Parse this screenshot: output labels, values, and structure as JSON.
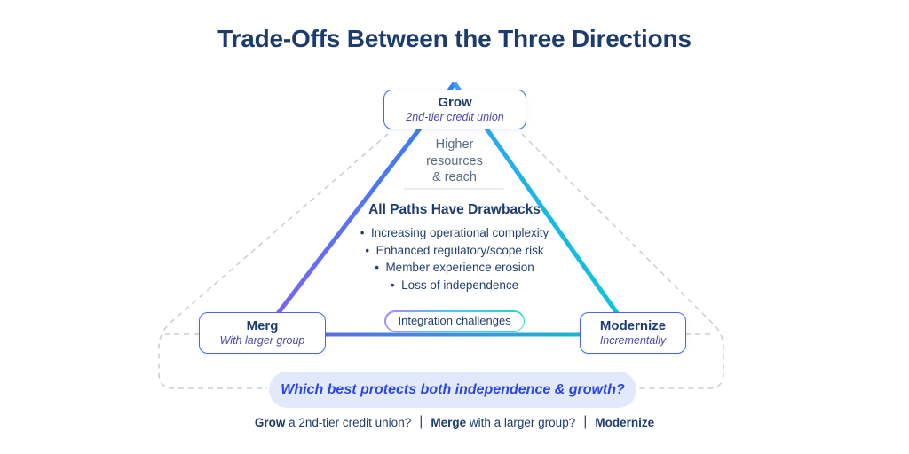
{
  "title": "Trade-Offs Between the Three Directions",
  "nodes": {
    "grow": {
      "label": "Grow",
      "sublabel": "2nd-tier credit union"
    },
    "merge": {
      "label": "Merg",
      "sublabel": "With larger group"
    },
    "modernize": {
      "label": "Modernize",
      "sublabel": "Incrementally"
    }
  },
  "edge_labels": {
    "top_lines": [
      "Higher",
      "resources",
      "& reach"
    ],
    "bottom": "Integration challenges"
  },
  "center": {
    "heading": "All Paths Have Drawbacks",
    "bullets": [
      "Increasing operational complexity",
      "Enhanced regulatory/scope risk",
      "Member experience erosion",
      "Loss of independence"
    ]
  },
  "question": "Which best protects both independence & growth?",
  "footer": {
    "separator": "|",
    "parts": [
      {
        "bold": "Grow",
        "text": " a 2nd-tier credit union?"
      },
      {
        "bold": "Merge",
        "text": " with a larger group?"
      },
      {
        "bold": "Modernize",
        "text": ""
      }
    ]
  },
  "colors": {
    "title_navy": "#1d3c6e",
    "node_border_blue": "#4b66ec",
    "subtitle_purple": "#4f48a8",
    "muted_label": "#5a6b86",
    "edge_left_top": "#2e82f2",
    "edge_left_bottom": "#7e62ee",
    "edge_right_top": "#3aa0ef",
    "edge_right_bottom": "#0fc6d2",
    "edge_bottom_left": "#6e5bea",
    "edge_bottom_right": "#10c4ca",
    "pill_border_left": "#a78bfa",
    "pill_border_right": "#2dd4bf",
    "question_bg": "#e2e9fb",
    "question_text": "#2a46e4",
    "dashed_gray": "#c9cdd7"
  }
}
